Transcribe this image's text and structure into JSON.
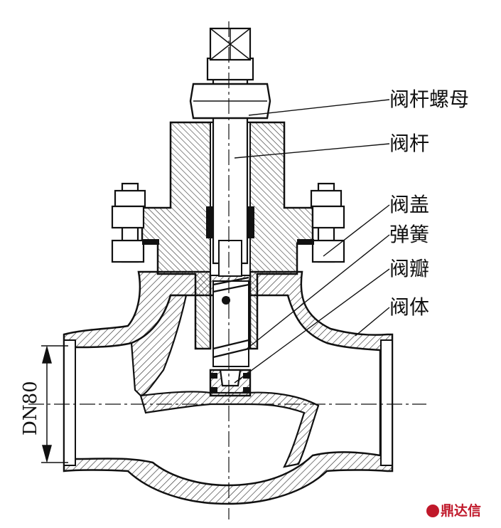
{
  "labels": {
    "stem_nut": "阀杆螺母",
    "stem": "阀杆",
    "bonnet": "阀盖",
    "spring": "弹簧",
    "disc": "阀瓣",
    "body": "阀体"
  },
  "dimension": {
    "text": "DN80"
  },
  "watermark": {
    "text": "鼎达信"
  },
  "colors": {
    "line": "#111111",
    "hatch": "#333333",
    "watermark": "#c0182a"
  }
}
